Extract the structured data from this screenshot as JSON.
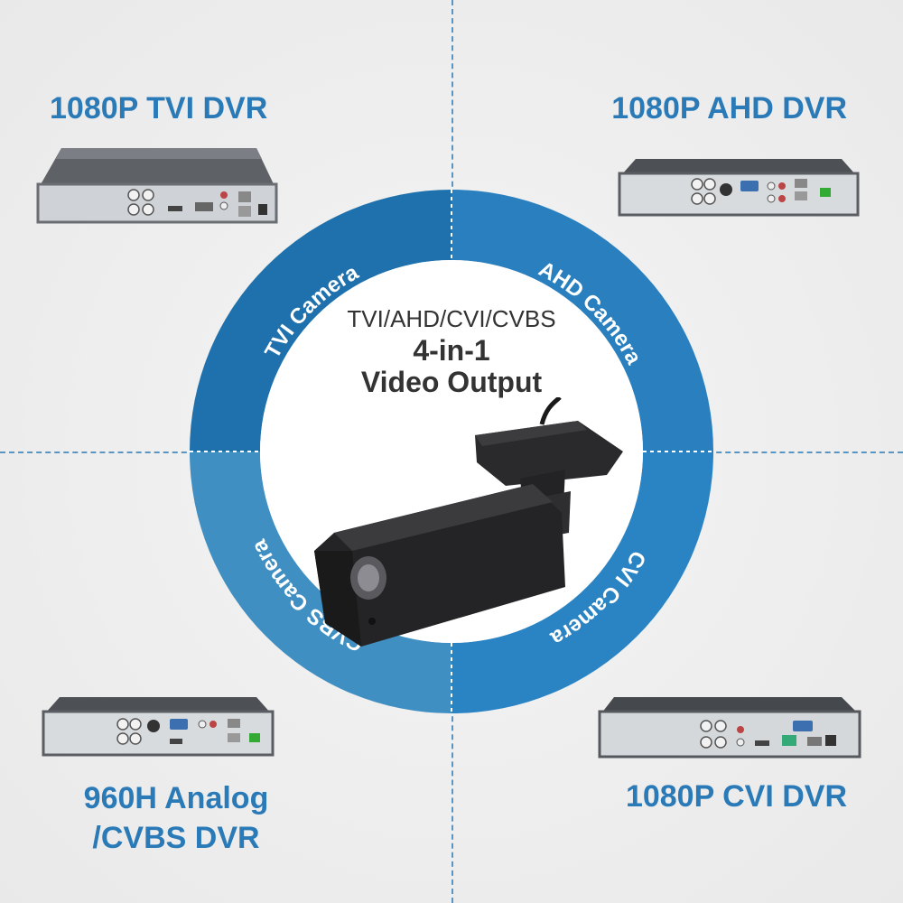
{
  "ring": {
    "segments": [
      {
        "label": "TVI Camera",
        "color": "#1f71ad"
      },
      {
        "label": "AHD Camera",
        "color": "#2a84c4"
      },
      {
        "label": "CVI Camera",
        "color": "#2a84c4"
      },
      {
        "label": "CVBS Camera",
        "color": "#3f8fc2"
      }
    ]
  },
  "center": {
    "formats": "TVI/AHD/CVI/CVBS",
    "headline_line1": "4-in-1",
    "headline_line2": "Video Output"
  },
  "dvrs": {
    "top_left": "1080P TVI DVR",
    "top_right": "1080P AHD DVR",
    "bottom_left_line1": "960H Analog",
    "bottom_left_line2": "/CVBS DVR",
    "bottom_right": "1080P CVI DVR"
  },
  "colors": {
    "accent": "#2a7ab8",
    "ring_dark": "#1f71ad",
    "ring_light": "#3f8fc2"
  }
}
